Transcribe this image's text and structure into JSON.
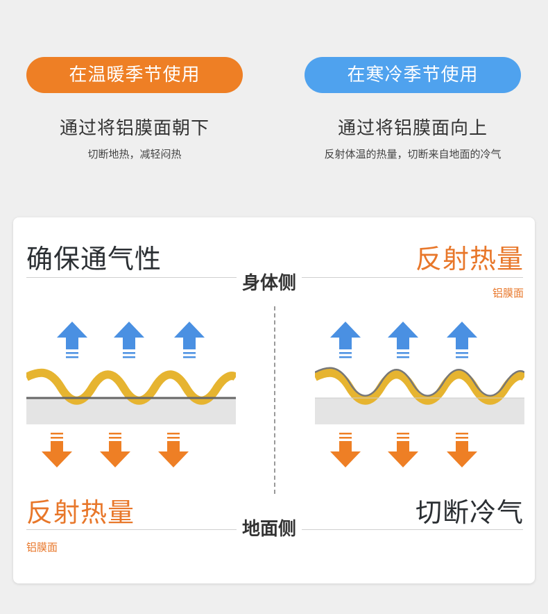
{
  "warm": {
    "pill": "在温暖季节使用",
    "title": "通过将铝膜面朝下",
    "desc": "切断地热，减轻闷热"
  },
  "cold": {
    "pill": "在寒冷季节使用",
    "title": "通过将铝膜面向上",
    "desc": "反射体温的热量，切断来自地面的冷气"
  },
  "panel": {
    "body_side": "身体侧",
    "ground_side": "地面侧",
    "left": {
      "top_label": "确保通气性",
      "bottom_label": "反射热量",
      "bottom_sub": "铝膜面"
    },
    "right": {
      "top_label": "反射热量",
      "top_sub": "铝膜面",
      "bottom_label": "切断冷气"
    }
  },
  "colors": {
    "warm": "#ee7f25",
    "cold": "#4fa2ee",
    "wave": "#e6b430",
    "up_arrow": "#4a90e2",
    "down_arrow": "#ee7f25"
  },
  "icons": [
    "up-arrow-icon",
    "down-arrow-icon",
    "wave-icon"
  ]
}
